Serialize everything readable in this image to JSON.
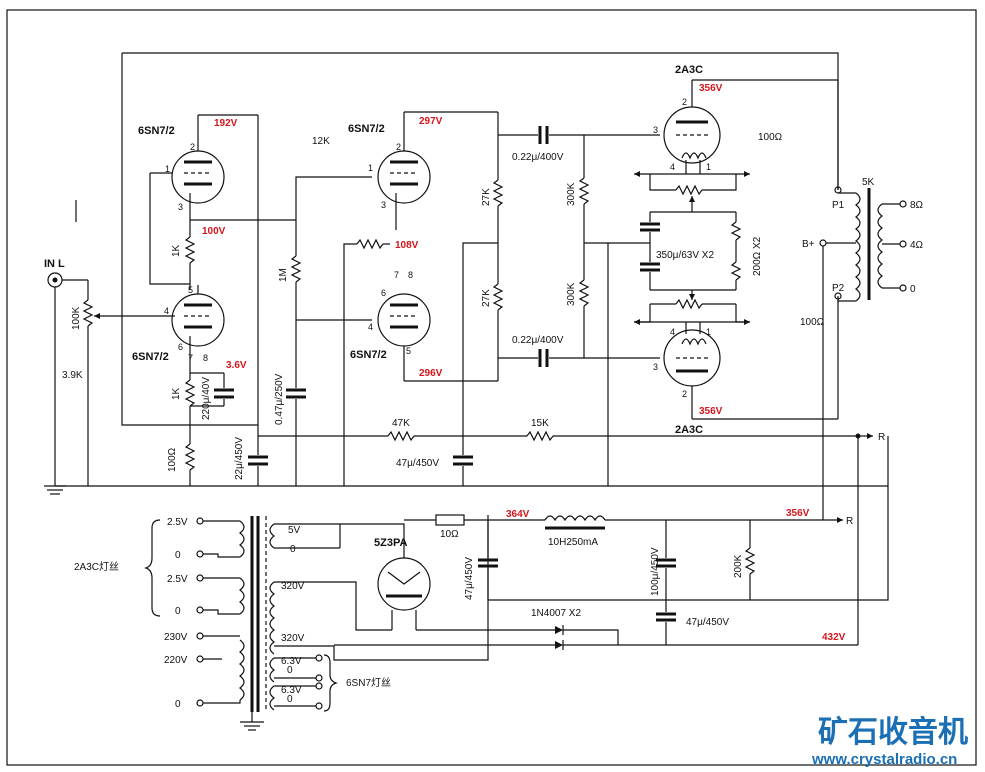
{
  "tubes": {
    "v1a": {
      "name": "6SN7/2",
      "v": "192V",
      "cathode_v": "100V"
    },
    "v1b": {
      "name": "6SN7/2",
      "v": "3.6V"
    },
    "v2a": {
      "name": "6SN7/2",
      "v": "297V",
      "grid_v": "108V"
    },
    "v2b": {
      "name": "6SN7/2",
      "v": "296V"
    },
    "out_top": {
      "name": "2A3C",
      "v": "356V"
    },
    "out_bot": {
      "name": "2A3C",
      "v": "356V"
    },
    "rect": {
      "name": "5Z3PA"
    }
  },
  "labels": {
    "in_l": "IN L",
    "pot": "100K",
    "r39k": "3.9K",
    "r1k_a": "1K",
    "r1k_b": "1K",
    "r100": "100Ω",
    "c220": "220μ/40V",
    "c22": "22μ/450V",
    "r12k": "12K",
    "r1m": "1M",
    "c047": "0.47μ/250V",
    "r27k_a": "27K",
    "r27k_b": "27K",
    "r300k_a": "300K",
    "r300k_b": "300K",
    "c022_a": "0.22μ/400V",
    "c022_b": "0.22μ/400V",
    "r100o_a": "100Ω",
    "r100o_b": "100Ω",
    "c350": "350μ/63V X2",
    "r200": "200Ω X2",
    "r47k": "47K",
    "r15k": "15K",
    "c47": "47μ/450V",
    "ot": "5K",
    "p1": "P1",
    "p2": "P2",
    "bplus": "B+",
    "o8": "8Ω",
    "o4": "4Ω",
    "o0": "0",
    "r": "R",
    "f25a": "2.5V",
    "f0a": "0",
    "f25b": "2.5V",
    "f0b": "0",
    "fil_2a3c": "2A3C灯丝",
    "p230": "230V",
    "p220": "220V",
    "p0": "0",
    "s5": "5V",
    "s0": "0",
    "s320a": "320V",
    "s320b": "320V",
    "h63a": "6.3V",
    "h0a": "0",
    "h63b": "6.3V",
    "h0b": "0",
    "fil_6sn7": "6SN7灯丝",
    "r10": "10Ω",
    "v364": "364V",
    "choke": "10H250mA",
    "c47b": "47μ/450V",
    "c100": "100μ/450V",
    "r200k": "200K",
    "v356": "356V",
    "c47c": "47μ/450V",
    "diodes": "1N4007 X2",
    "v432": "432V"
  },
  "pins": {
    "v1a": [
      "2",
      "1",
      "3"
    ],
    "v1b": [
      "5",
      "4",
      "6",
      "7",
      "8"
    ],
    "v2a": [
      "2",
      "1",
      "3"
    ],
    "v2b": [
      "7",
      "8",
      "6",
      "4",
      "5"
    ],
    "out_top": [
      "2",
      "3",
      "4",
      "1"
    ],
    "out_bot": [
      "4",
      "1",
      "3",
      "2"
    ]
  },
  "watermark": {
    "logo": "矿石收音机",
    "url": "www.crystalradio.cn"
  }
}
